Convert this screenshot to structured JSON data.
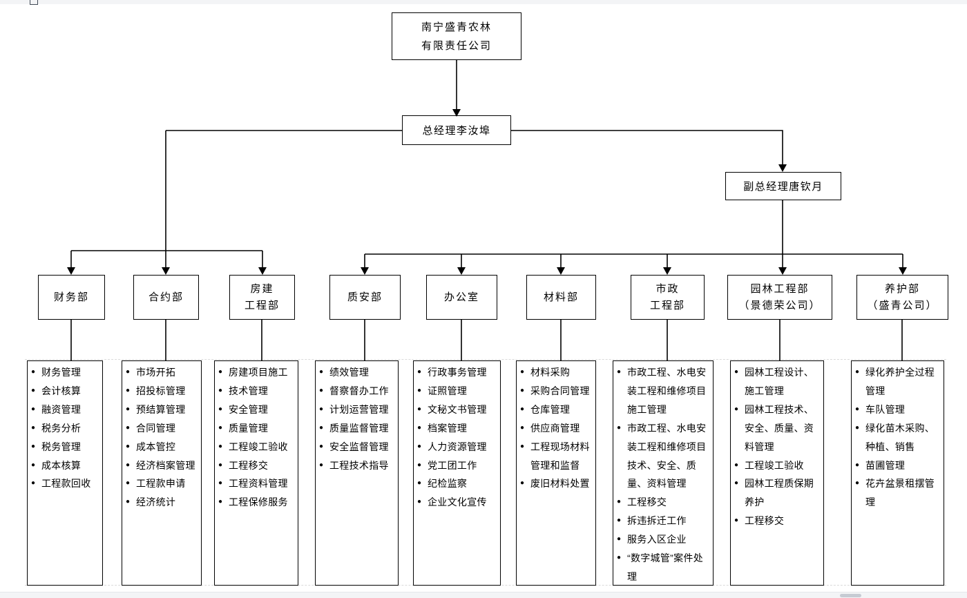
{
  "colors": {
    "box_border": "#000000",
    "connector_line": "#000000",
    "chrome_background": "#f3f4f6",
    "scrollbar_thumb": "#c6cbd3",
    "dashed_guide": "#dadada"
  },
  "org_chart": {
    "bullet": "●",
    "company": {
      "lines": [
        "南宁盛青农林",
        "有限责任公司"
      ]
    },
    "general_manager": {
      "label": "总经理李汝埠"
    },
    "deputy_general_manager": {
      "label": "副总经理唐钦月"
    },
    "departments": [
      {
        "name_lines": [
          "财务部"
        ],
        "duties": [
          "财务管理",
          "会计核算",
          "融资管理",
          "税务分析",
          "税务管理",
          "成本核算",
          "工程款回收"
        ]
      },
      {
        "name_lines": [
          "合约部"
        ],
        "duties": [
          "市场开拓",
          "招投标管理",
          "预结算管理",
          "合同管理",
          "成本管控",
          "经济档案管理",
          "工程款申请",
          "经济统计"
        ]
      },
      {
        "name_lines": [
          "房建",
          "工程部"
        ],
        "duties": [
          "房建项目施工",
          "技术管理",
          "安全管理",
          "质量管理",
          "工程竣工验收",
          "工程移交",
          "工程资料管理",
          "工程保修服务"
        ]
      },
      {
        "name_lines": [
          "质安部"
        ],
        "duties": [
          "绩效管理",
          "督察督办工作",
          "计划运营管理",
          "质量监督管理",
          "安全监督管理",
          "工程技术指导"
        ]
      },
      {
        "name_lines": [
          "办公室"
        ],
        "duties": [
          "行政事务管理",
          "证照管理",
          "文秘文书管理",
          "档案管理",
          "人力资源管理",
          "党工团工作",
          "纪检监察",
          "企业文化宣传"
        ]
      },
      {
        "name_lines": [
          "材料部"
        ],
        "duties": [
          "材料采购",
          "采购合同管理",
          "仓库管理",
          "供应商管理",
          "工程现场材料管理和监督",
          "废旧材料处置"
        ]
      },
      {
        "name_lines": [
          "市政",
          "工程部"
        ],
        "duties": [
          "市政工程、水电安装工程和维修项目施工管理",
          "市政工程、水电安装工程和维修项目技术、安全、质量、资料管理",
          "工程移交",
          "拆违拆迁工作",
          "服务入区企业",
          "“数字城管”案件处理"
        ]
      },
      {
        "name_lines": [
          "园林工程部",
          "（景德荣公司）"
        ],
        "duties": [
          "园林工程设计、施工管理",
          "园林工程技术、安全、质量、资料管理",
          "工程竣工验收",
          "园林工程质保期养护",
          "工程移交"
        ]
      },
      {
        "name_lines": [
          "养护部",
          "（盛青公司）"
        ],
        "duties": [
          "绿化养护全过程管理",
          "车队管理",
          "绿化苗木采购、种植、销售",
          "苗圃管理",
          "花卉盆景租摆管理"
        ]
      }
    ]
  }
}
